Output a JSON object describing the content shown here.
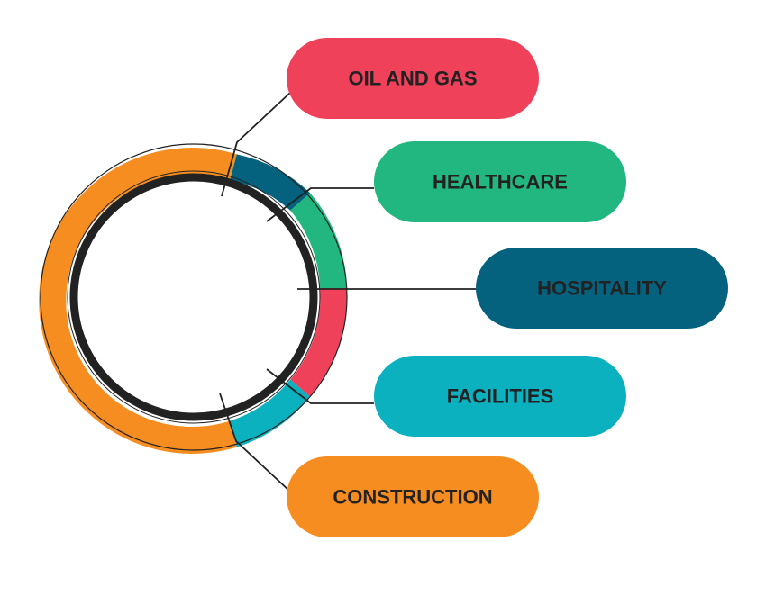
{
  "categories": [
    {
      "id": "oil-and-gas",
      "label": "OIL AND GAS",
      "color": "#EF4159"
    },
    {
      "id": "healthcare",
      "label": "HEALTHCARE",
      "color": "#22B680"
    },
    {
      "id": "hospitality",
      "label": "HOSPITALITY",
      "color": "#04627F"
    },
    {
      "id": "facilities",
      "label": "FACILITIES",
      "color": "#0BB1BE"
    },
    {
      "id": "construction",
      "label": "CONSTRUCTION",
      "color": "#F58D20"
    }
  ],
  "colors": {
    "ring_outline": "#222222",
    "inner_circle": "#ffffff",
    "background": "#ffffff"
  }
}
